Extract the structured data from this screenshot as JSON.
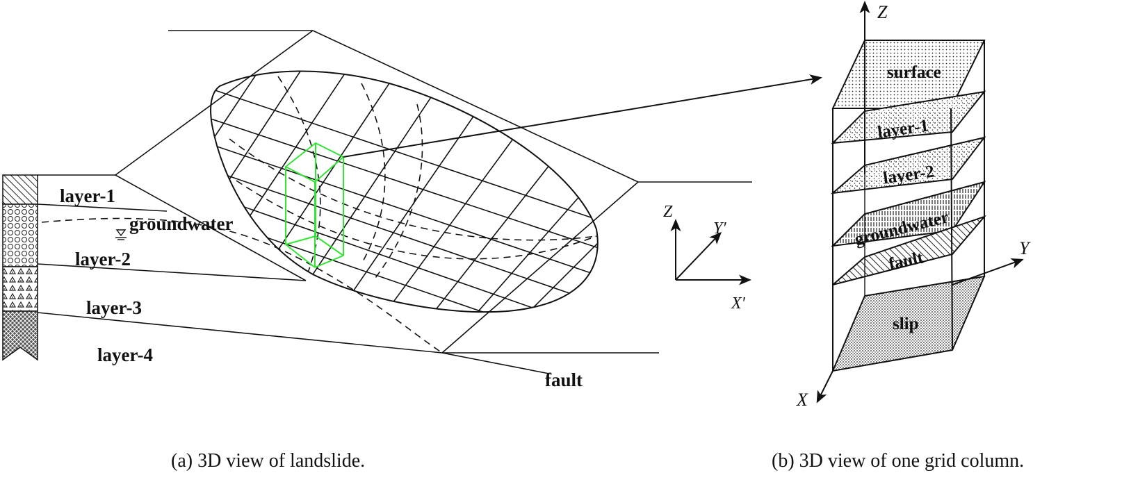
{
  "panel_a": {
    "strata_labels": {
      "layer1": "layer-1",
      "groundwater": "groundwater",
      "layer2": "layer-2",
      "layer3": "layer-3",
      "layer4": "layer-4",
      "fault": "fault"
    },
    "axes": {
      "z": "Z",
      "y": "Y′",
      "x": "X′"
    },
    "caption": "(a) 3D view of landslide."
  },
  "panel_b": {
    "slice_labels": {
      "surface": "surface",
      "layer1": "layer-1",
      "layer2": "layer-2",
      "groundwater": "groundwater",
      "fault": "fault",
      "slip": "slip"
    },
    "axes": {
      "z": "Z",
      "y": "Y",
      "x": "X"
    },
    "caption": "(b) 3D view of one grid column."
  },
  "colors": {
    "line": "#111111",
    "highlight_column": "#33e533"
  }
}
